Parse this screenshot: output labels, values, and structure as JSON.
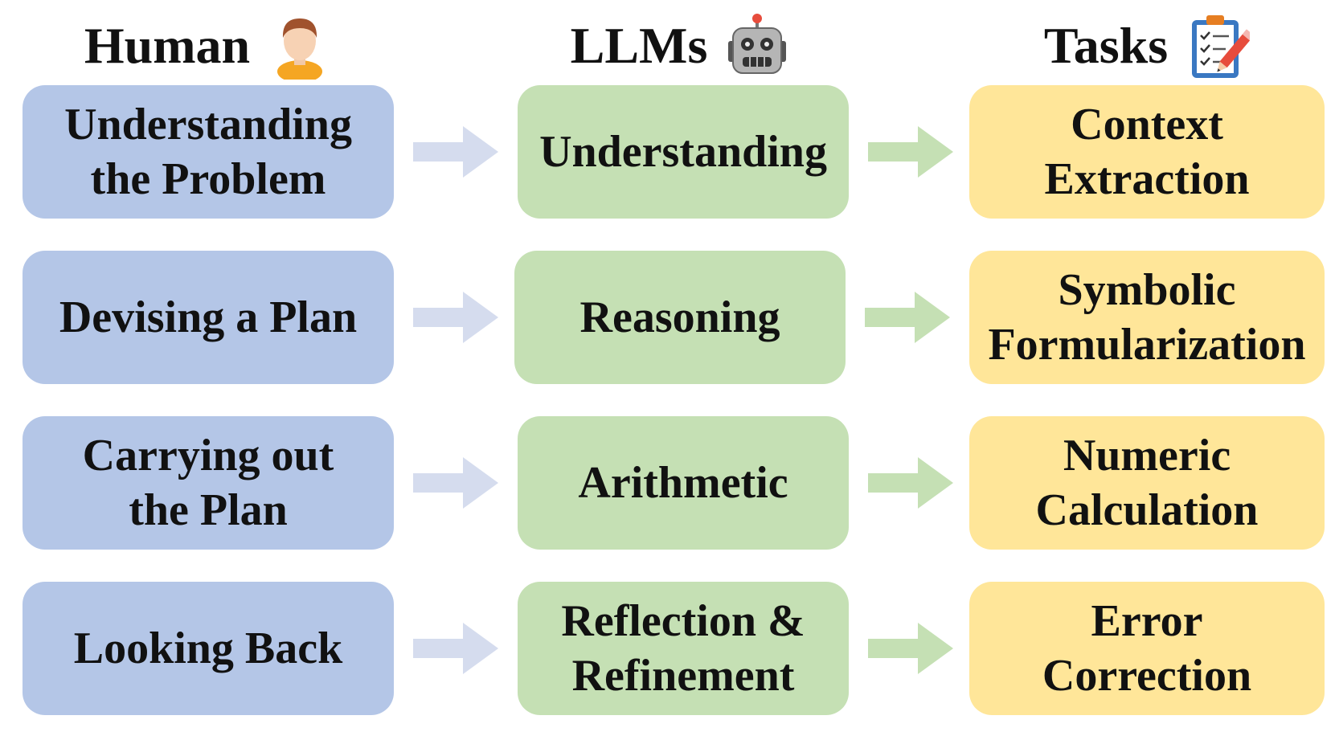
{
  "columns": {
    "human": {
      "title": "Human",
      "icon": "person-icon"
    },
    "llms": {
      "title": "LLMs",
      "icon": "robot-icon"
    },
    "tasks": {
      "title": "Tasks",
      "icon": "clipboard-checklist-icon"
    }
  },
  "rows": [
    {
      "human": "Understanding\nthe Problem",
      "llm": "Understanding",
      "task": "Context\nExtraction"
    },
    {
      "human": "Devising a Plan",
      "llm": "Reasoning",
      "task": "Symbolic\nFormularization"
    },
    {
      "human": "Carrying out\nthe Plan",
      "llm": "Arithmetic",
      "task": "Numeric\nCalculation"
    },
    {
      "human": "Looking Back",
      "llm": "Reflection &\nRefinement",
      "task": "Error\nCorrection"
    }
  ],
  "colors": {
    "human_box": "#b4c6e7",
    "llm_box": "#c5e0b4",
    "task_box": "#ffe699",
    "human_to_llm_arrow": "#d5dcee",
    "llm_to_task_arrow": "#c5e0b4"
  }
}
